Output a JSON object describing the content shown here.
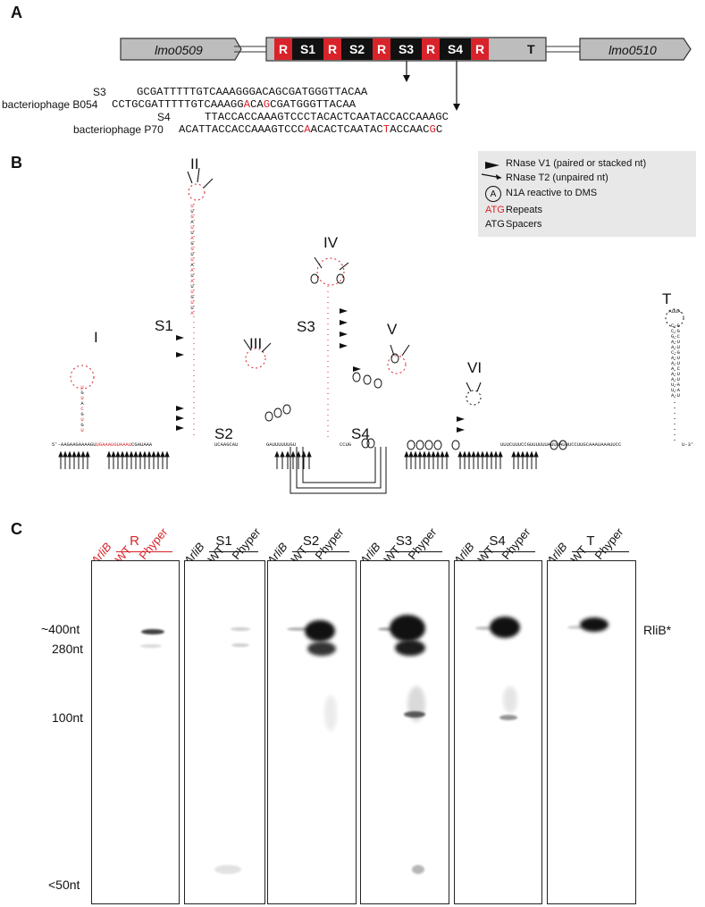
{
  "panel_a": {
    "letter": "A",
    "genes": {
      "left": "lmo0509",
      "right": "lmo0510"
    },
    "array": [
      "R",
      "S1",
      "R",
      "S2",
      "R",
      "S3",
      "R",
      "S4",
      "R"
    ],
    "terminator": "T",
    "s3_label": "S3",
    "s3_seq": "GCGATTTTTGTCAAAGGGACAGCGATGGGTTACAA",
    "b054_label": "bacteriophage B054",
    "b054_prefix": "CCT",
    "b054_seq_a": "GCGATTTTTGTCAAAGG",
    "b054_m1": "A",
    "b054_seq_b": "CA",
    "b054_m2": "G",
    "b054_seq_c": "CGATGGGTTACAA",
    "s4_label": "S4",
    "s4_seq": "TTACCACCAAAGTCCCTACACTCAATACCACCAAAGC",
    "p70_label": "bacteriophage P70",
    "p70_prefix": "ACA",
    "p70_seq_a": "TTACCACCAAAGTCCC",
    "p70_m1": "A",
    "p70_seq_b": "ACACTCAATAC",
    "p70_m2": "T",
    "p70_seq_c": "ACCAAC",
    "p70_m3": "G",
    "p70_seq_d": "C"
  },
  "panel_b": {
    "letter": "B",
    "legend": {
      "v1": "RNase V1 (paired or stacked nt)",
      "t2": "RNase T2 (unpaired nt)",
      "dms_glyph": "A",
      "dms": "N1A reactive to DMS",
      "repeats_glyph": "ATG",
      "repeats": "Repeats",
      "spacers_glyph": "ATG",
      "spacers": "Spacers"
    },
    "labels": {
      "I": "I",
      "II": "II",
      "III": "III",
      "IV": "IV",
      "V": "V",
      "VI": "VI",
      "T": "T",
      "S1": "S1",
      "S2": "S2",
      "S3": "S3",
      "S4": "S4"
    },
    "five_prime": "5'-AAGAAGAAAAGU",
    "repeat1": "UGAAAUGUAAAU",
    "spacer1": "CGAUAAA",
    "s2_linker": "UCAAGCAU",
    "mid_seq": "GAUUUUUUGU",
    "s4_seq": "CCUG",
    "right_seq": "UUUCUUUCCGUUUUUUAUUUAUUUCCUUGCAAAUAAAUUCC",
    "three_prime": "U-3'",
    "hairpin_I": [
      "U",
      "G",
      "U",
      "A",
      "C",
      "G",
      "U",
      "G",
      "U"
    ],
    "hairpin_II_left": [
      "U",
      "U",
      "G",
      "A",
      "U",
      "U",
      "A",
      "G",
      "G",
      "U",
      "U",
      "A",
      "A",
      "U",
      "A",
      "U",
      "U",
      "G",
      "U",
      "U",
      "A"
    ],
    "hairpin_T": [
      "C-G",
      "C-G",
      "G-C",
      "A-U",
      "A-U",
      "C-G",
      "A-U",
      "A-U",
      "A C",
      "A-U",
      "A-U",
      "U-A",
      "U-A",
      "A-U"
    ],
    "hairpin_T_loop": "AUUA"
  },
  "panel_c": {
    "letter": "C",
    "markers": [
      "~400nt",
      "280nt",
      "100nt",
      "<50nt"
    ],
    "product": "RliB*",
    "gels": [
      {
        "title": "R",
        "red": true,
        "lanes": [
          "ΔrliB",
          "WT",
          "Phyper"
        ]
      },
      {
        "title": "S1",
        "red": false,
        "lanes": [
          "ΔrliB",
          "WT",
          "Phyper"
        ]
      },
      {
        "title": "S2",
        "red": false,
        "lanes": [
          "ΔrliB",
          "WT",
          "Phyper"
        ]
      },
      {
        "title": "S3",
        "red": false,
        "lanes": [
          "ΔrliB",
          "WT",
          "Phyper"
        ]
      },
      {
        "title": "S4",
        "red": false,
        "lanes": [
          "ΔrliB",
          "WT",
          "Phyper"
        ]
      },
      {
        "title": "T",
        "red": false,
        "lanes": [
          "ΔrliB",
          "WT",
          "Phyper"
        ]
      }
    ],
    "colors": {
      "repeat": "#d8232a",
      "spacer": "#111111",
      "gene": "#bdbdbd"
    }
  }
}
